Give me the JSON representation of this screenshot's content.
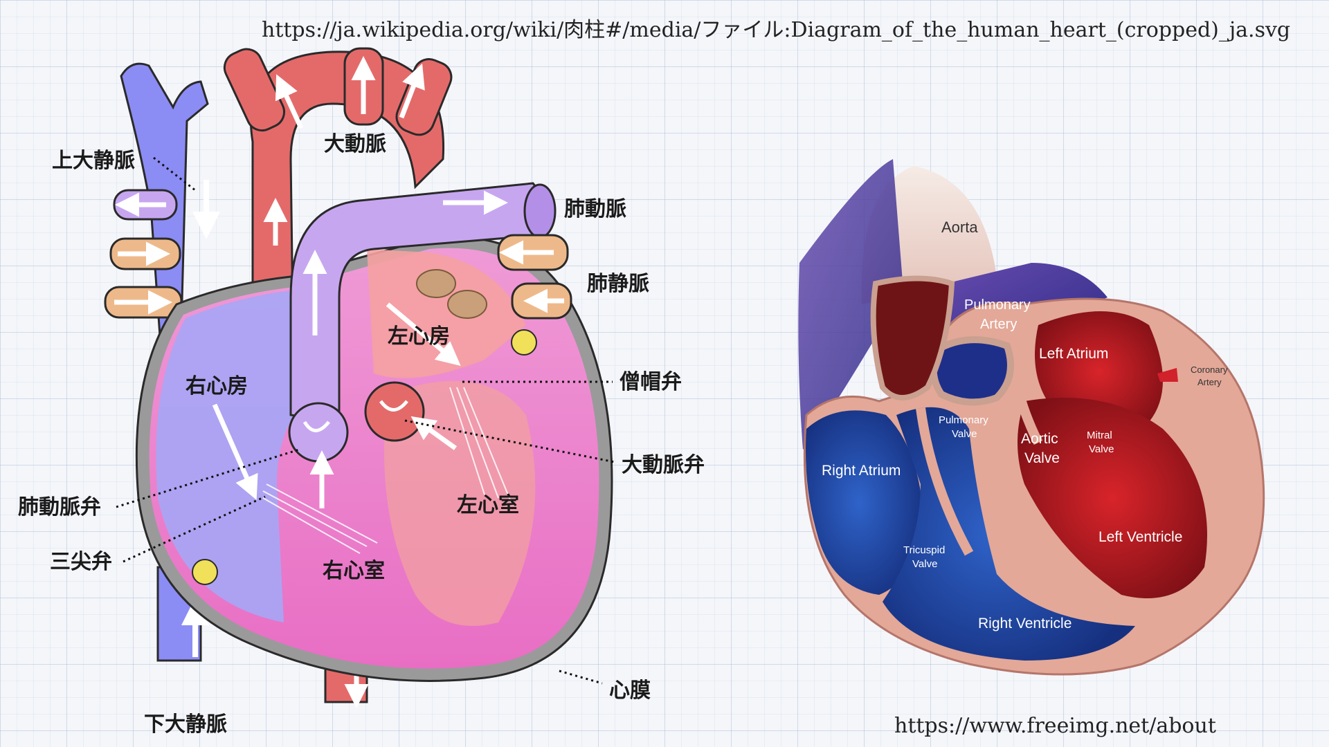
{
  "sources": {
    "top": "https://ja.wikipedia.org/wiki/肉柱#/media/ファイル:Diagram_of_the_human_heart_(cropped)_ja.svg",
    "bottom": "https://www.freeimg.net/about"
  },
  "left_diagram": {
    "labels": {
      "superior_vena_cava": "上大静脈",
      "aorta": "大動脈",
      "pulmonary_artery": "肺動脈",
      "pulmonary_vein": "肺静脈",
      "left_atrium": "左心房",
      "right_atrium": "右心房",
      "mitral_valve": "僧帽弁",
      "aortic_valve": "大動脈弁",
      "pulmonary_valve": "肺動脈弁",
      "tricuspid_valve": "三尖弁",
      "left_ventricle": "左心室",
      "right_ventricle": "右心室",
      "pericardium": "心膜",
      "inferior_vena_cava": "下大静脈"
    }
  },
  "right_diagram": {
    "labels": {
      "aorta": "Aorta",
      "pulmonary_artery_1": "Pulmonary",
      "pulmonary_artery_2": "Artery",
      "left_atrium": "Left Atrium",
      "coronary_artery_1": "Coronary",
      "coronary_artery_2": "Artery",
      "pulmonary_valve_1": "Pulmonary",
      "pulmonary_valve_2": "Valve",
      "aortic_valve_1": "Aortic",
      "aortic_valve_2": "Valve",
      "mitral_valve_1": "Mitral",
      "mitral_valve_2": "Valve",
      "right_atrium": "Right Atrium",
      "tricuspid_valve_1": "Tricuspid",
      "tricuspid_valve_2": "Valve",
      "left_ventricle": "Left Ventricle",
      "right_ventricle": "Right Ventricle"
    }
  },
  "colors": {
    "vein_blue": "#8c8cf5",
    "artery_red": "#e46a6a",
    "pulmonary_purple": "#c7a6f0",
    "pulmonary_vein_tan": "#eeb98a",
    "heart_pink": "#ef8ad0",
    "pericardium_gray": "#9a9a9a",
    "oxygenated_dark_red": "#b01d22",
    "deoxygenated_dark_blue": "#1f3f9e"
  }
}
